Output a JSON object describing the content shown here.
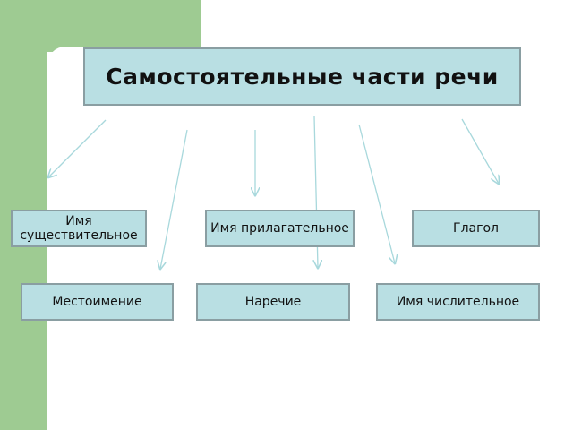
{
  "title": "Самостоятельные части речи",
  "nodes": {
    "noun": "Имя существительное",
    "adjective": "Имя прилагательное",
    "verb": "Глагол",
    "pronoun": "Местоимение",
    "adverb": "Наречие",
    "numeral": "Имя числительное"
  },
  "colors": {
    "background_accent": "#9ecb92",
    "box_fill": "#b9dfe3",
    "box_border": "#8a9ea2",
    "arrow": "#a8d8dc"
  }
}
